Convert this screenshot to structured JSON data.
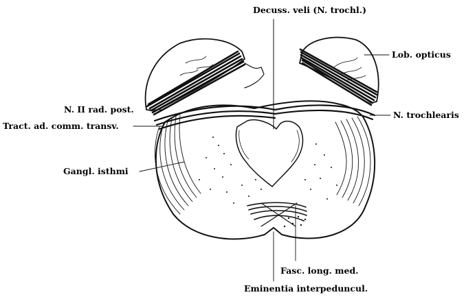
{
  "figure": {
    "labels": {
      "decuss_veli": "Decuss. veli (N. trochl.)",
      "lob_opticus": "Lob. opticus",
      "n_ii_rad_post": "N. II  rad. post.",
      "n_trochlearis": "N. trochlearis",
      "tract_comm_transv": "Tract. ad. comm. transv.",
      "gangl_isthmi": "Gangl. isthmi",
      "fasc_long_med": "Fasc. long. med.",
      "eminentia": "Eminentia interpeduncul."
    },
    "colors": {
      "ink": "#111111",
      "background": "#ffffff"
    }
  }
}
